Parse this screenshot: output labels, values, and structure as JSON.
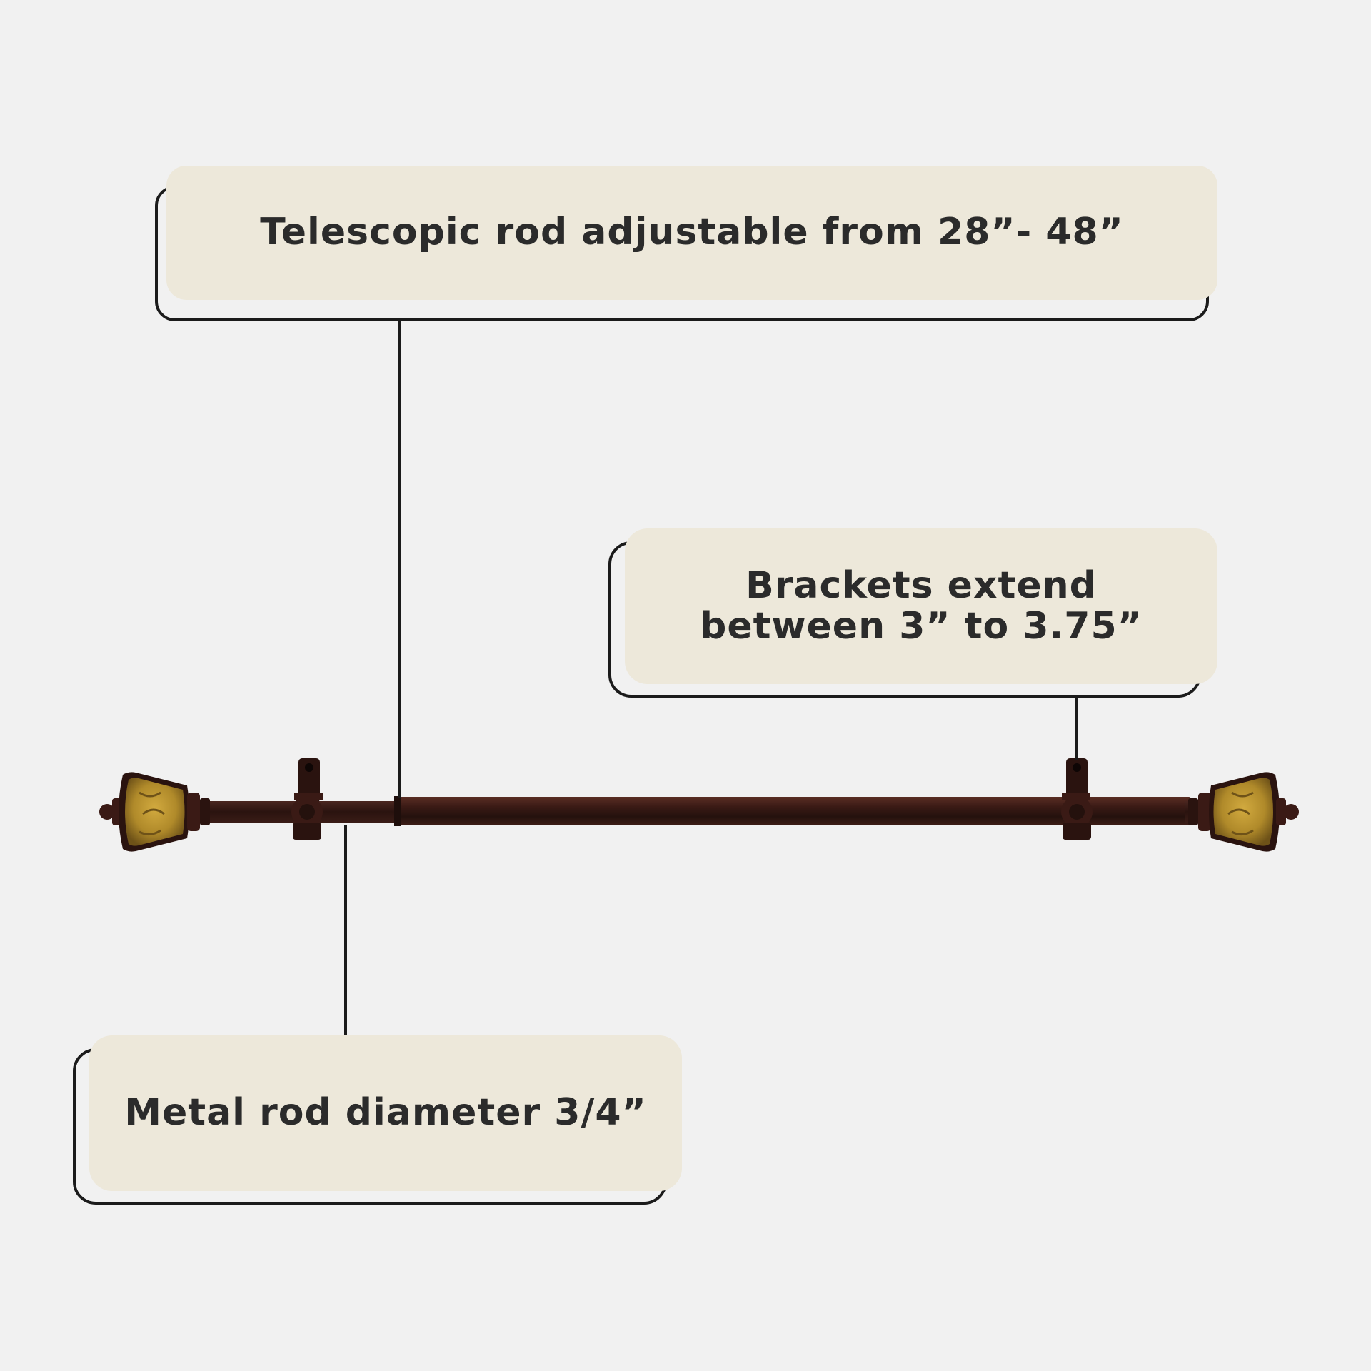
{
  "callouts": {
    "telescopic": {
      "text": "Telescopic rod adjustable from 28”- 48”"
    },
    "brackets": {
      "line1": "Brackets extend",
      "line2": "between 3” to 3.75”"
    },
    "diameter": {
      "text": "Metal rod diameter 3/4”"
    }
  },
  "colors": {
    "background": "#f1f1f1",
    "callout_fill": "#ede8da",
    "outline": "#1b1b1b",
    "text": "#2b2b2b",
    "rod": "#3a1f1a",
    "finial_glass": "#b08a2a"
  }
}
